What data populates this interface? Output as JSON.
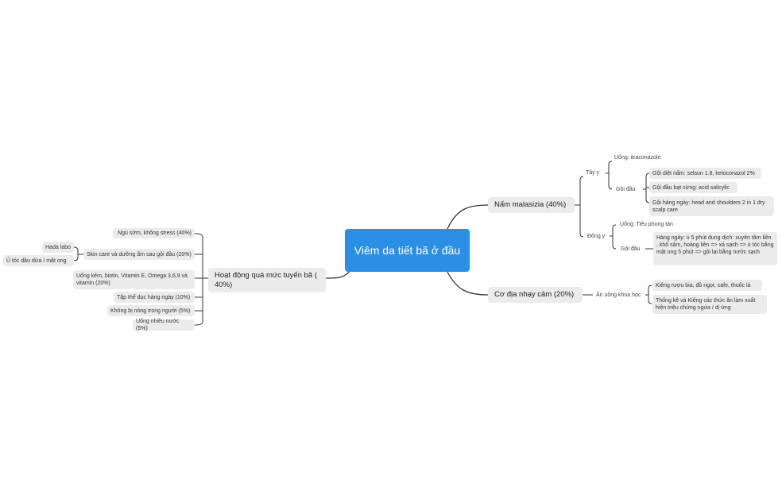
{
  "root": "Viêm da tiết bã ở đầu",
  "left": {
    "title": "Hoạt động quá mức tuyến bã ( 40%)",
    "items": [
      "Ngủ sớm, không stress (40%)",
      "Skin care và dưỡng ẩm sau gội đầu (20%)",
      "Uống kẽm, biotin, Vitamin E, Omega 3,6,9 và vitamin (20%)",
      "Tập thể dục hàng ngày (10%)",
      "Không bị nóng trong người (5%)",
      "Uống nhiều nước (5%)"
    ],
    "skincare_children": [
      "Hada labo",
      "Ủ tóc dầu dừa / mật ong"
    ]
  },
  "right_top": {
    "title": "Nấm malasizia (40%)",
    "tay_y": {
      "label": "Tây y",
      "uong": "Uống: itraconazole",
      "goi_dau": {
        "label": "Gội đầu",
        "items": [
          "Gội diệt nấm: selsun 1.8, ketoconazol 2%",
          "Gội đầu bạt sừng: acid salicylic",
          "Gội hàng ngày: head and shoulders 2 in 1 dry scalp care"
        ]
      }
    },
    "dong_y": {
      "label": "Đông y",
      "uong": "Uống: Tiêu phong tán",
      "goi_dau": {
        "label": "Gội đầu",
        "item": "Hàng ngày: ủ 5 phút dung dịch: xuyên tâm liên , khổ sâm, hoàng liên => xả sạch => ủ tóc bằng mật ong 5 phút => gội lại bằng nước sạch"
      }
    }
  },
  "right_bottom": {
    "title": "Cơ địa nhạy cảm (20%)",
    "an_uong": {
      "label": "Ăn uống khoa học",
      "items": [
        "Kiêng rượu bia, đồ ngọt, cafe, thuốc lá",
        "Thống kê và Kiêng các thức ăn làm xuất hiện triệu chứng ngứa / dị ứng"
      ]
    }
  },
  "colors": {
    "root_bg": "#2b8fe5",
    "node_bg": "#ebebeb",
    "line": "#333333"
  }
}
